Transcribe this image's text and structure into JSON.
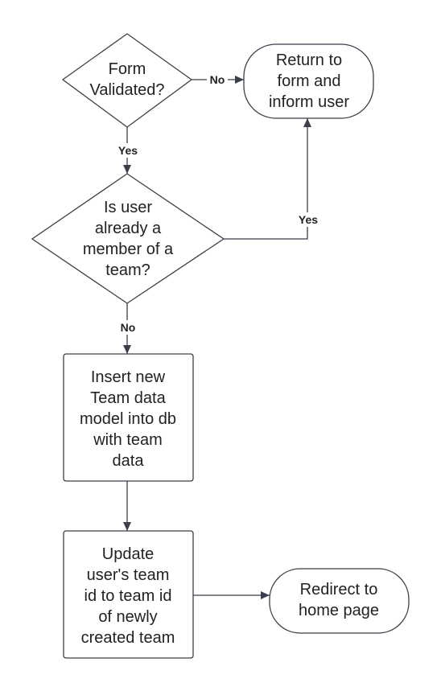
{
  "nodes": {
    "form_validated": {
      "lines": [
        "Form",
        "Validated?"
      ]
    },
    "return_to_form": {
      "lines": [
        "Return to",
        "form and",
        "inform user"
      ]
    },
    "already_member": {
      "lines": [
        "Is user",
        "already a",
        "member of a",
        "team?"
      ]
    },
    "insert_team": {
      "lines": [
        "Insert new",
        "Team data",
        "model into db",
        "with team",
        "data"
      ]
    },
    "update_user": {
      "lines": [
        "Update",
        "user's team",
        "id to team id",
        "of newly",
        "created team"
      ]
    },
    "redirect_home": {
      "lines": [
        "Redirect to",
        "home page"
      ]
    }
  },
  "edges": {
    "validated_no": "No",
    "validated_yes": "Yes",
    "member_yes": "Yes",
    "member_no": "No"
  },
  "colors": {
    "stroke": "#3a3f4b",
    "text": "#222222",
    "background": "#ffffff"
  }
}
